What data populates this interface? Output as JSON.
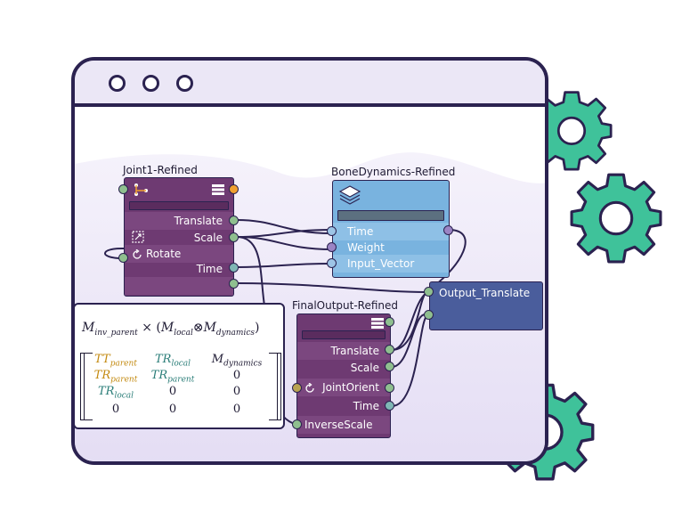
{
  "window": {
    "controls": [
      "window-dot",
      "window-dot",
      "window-dot"
    ]
  },
  "colors": {
    "window_border": "#2b2250",
    "titlebar": "#ebe7f6",
    "canvas_tint": "#ece7f8",
    "gear": "#3fc29a",
    "node_purple": "#6e3a72",
    "node_blue": "#79b3df",
    "node_navy": "#4a5d9c",
    "accent_orange": "#c38a10",
    "accent_teal": "#2a7d78"
  },
  "nodes": {
    "joint1": {
      "title": "Joint1-Refined",
      "translate": "Translate",
      "scale": "Scale",
      "rotate": "Rotate",
      "time": "Time",
      "icons": [
        "joint-chain-icon",
        "stack-list-icon",
        "scale-box-icon",
        "rotate-arrow-icon"
      ]
    },
    "bone_dynamics": {
      "title": "BoneDynamics-Refined",
      "time": "Time",
      "weight": "Weight",
      "input_vector": "Input_Vector",
      "icons": [
        "layers-icon"
      ]
    },
    "final_output": {
      "title": "FinalOutput-Refined",
      "translate": "Translate",
      "scale": "Scale",
      "joint_orient": "JointOrient",
      "time": "Time",
      "inverse_scale": "InverseScale",
      "icons": [
        "stack-list-icon",
        "rotate-arrow-icon"
      ]
    },
    "output_translate": {
      "label": "Output_Translate"
    }
  },
  "formula": {
    "m": "M",
    "inv_parent": "inv_parent",
    "times": "×",
    "open": "(",
    "local": "local",
    "otimes": "⊗",
    "dynamics": "dynamics",
    "close": ")",
    "matrix": [
      [
        {
          "base": "TT",
          "sub": "parent"
        },
        {
          "base": "TR",
          "sub": "local"
        },
        {
          "base": "M",
          "sub": "dynamics"
        }
      ],
      [
        {
          "base": "TR",
          "sub": "parent"
        },
        {
          "base": "TR",
          "sub": "parent"
        },
        {
          "base": "0",
          "sub": ""
        }
      ],
      [
        {
          "base": "TR",
          "sub": "local"
        },
        {
          "base": "0",
          "sub": ""
        },
        {
          "base": "0",
          "sub": ""
        }
      ],
      [
        {
          "base": "0",
          "sub": ""
        },
        {
          "base": "0",
          "sub": ""
        },
        {
          "base": "0",
          "sub": ""
        }
      ]
    ]
  }
}
